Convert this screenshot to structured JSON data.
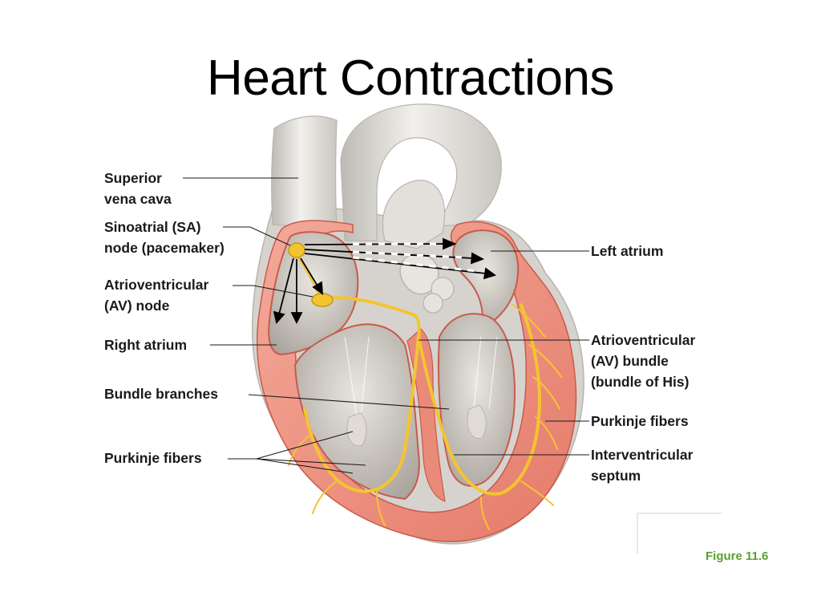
{
  "slide": {
    "title": "Heart Contractions"
  },
  "labels": {
    "superior_vena_cava": [
      "Superior",
      "vena cava"
    ],
    "sa_node": [
      "Sinoatrial (SA)",
      "node (pacemaker)"
    ],
    "av_node": [
      "Atrioventricular",
      "(AV) node"
    ],
    "right_atrium": [
      "Right atrium"
    ],
    "bundle_branches": [
      "Bundle branches"
    ],
    "purkinje_left": [
      "Purkinje fibers"
    ],
    "left_atrium": [
      "Left atrium"
    ],
    "av_bundle": [
      "Atrioventricular",
      "(AV) bundle",
      "(bundle of His)"
    ],
    "purkinje_right": [
      "Purkinje fibers"
    ],
    "interventricular_septum": [
      "Interventricular",
      "septum"
    ]
  },
  "figure": {
    "caption": "Figure 11.6"
  },
  "colors": {
    "myocardium": "#ee8f80",
    "myocardium_dark": "#d9584a",
    "conduction": "#f4c430",
    "vessel": "#dcdad6",
    "caption_green": "#5aa02c"
  }
}
